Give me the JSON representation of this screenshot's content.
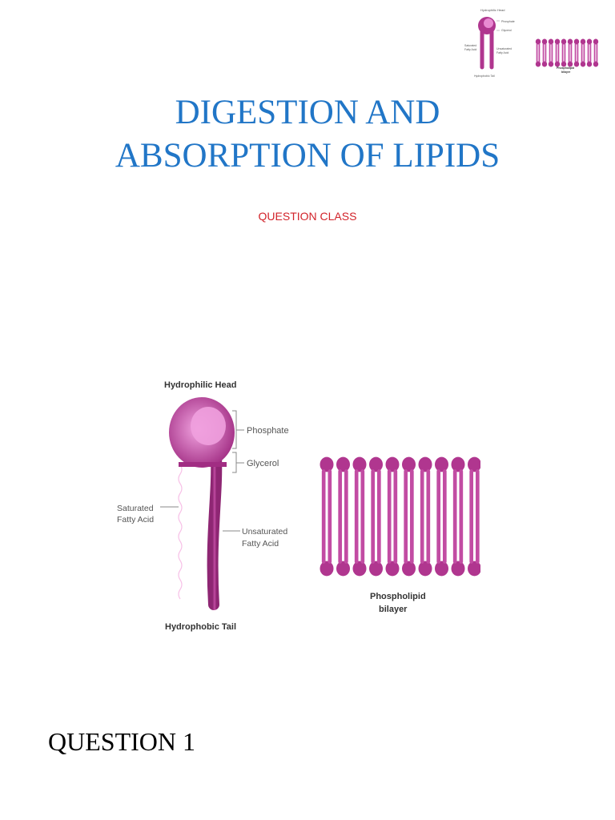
{
  "title": {
    "line1": "DIGESTION AND",
    "line2": "ABSORPTION OF LIPIDS"
  },
  "subtitle": "QUESTION CLASS",
  "question_heading": "QUESTION 1",
  "figure": {
    "head_label": "Hydrophilic Head",
    "phosphate_label": "Phosphate",
    "glycerol_label": "Glycerol",
    "saturated_label_1": "Saturated",
    "saturated_label_2": "Fatty Acid",
    "unsaturated_label_1": "Unsaturated",
    "unsaturated_label_2": "Fatty Acid",
    "tail_label": "Hydrophobic Tail",
    "bilayer_label_1": "Phospholipid",
    "bilayer_label_2": "bilayer"
  },
  "colors": {
    "title": "#2176c7",
    "subtitle": "#d2232a",
    "lipid": "#b0368f",
    "lipid_light": "#e88ad2"
  }
}
